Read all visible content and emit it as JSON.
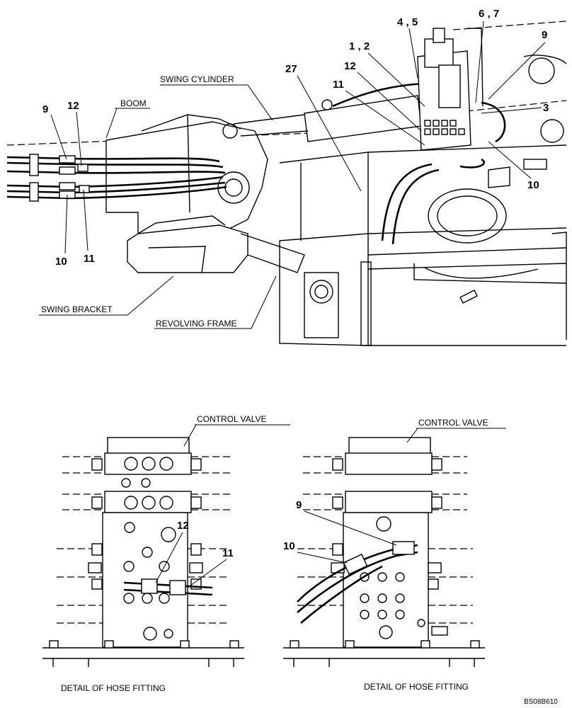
{
  "labels": {
    "swing_cylinder": "SWING CYLINDER",
    "boom": "BOOM",
    "swing_bracket": "SWING BRACKET",
    "revolving_frame": "REVOLVING FRAME",
    "control_valve_left": "CONTROL VALVE",
    "control_valve_right": "CONTROL VALVE",
    "detail_left": "DETAIL OF HOSE FITTING",
    "detail_right": "DETAIL OF HOSE FITTING",
    "drawing_code": "BS08B610"
  },
  "callouts": {
    "top_4_5": "4 , 5",
    "top_6_7": "6 , 7",
    "top_1_2": "1 , 2",
    "top_27": "27",
    "top_9_right": "9",
    "top_12": "12",
    "top_11": "11",
    "top_3": "3",
    "top_10_right": "10",
    "top_9_left": "9",
    "top_12_left": "12",
    "top_10_left": "10",
    "top_11_left": "11",
    "bl_12": "12",
    "bl_11": "11",
    "br_9": "9",
    "br_10": "10"
  }
}
